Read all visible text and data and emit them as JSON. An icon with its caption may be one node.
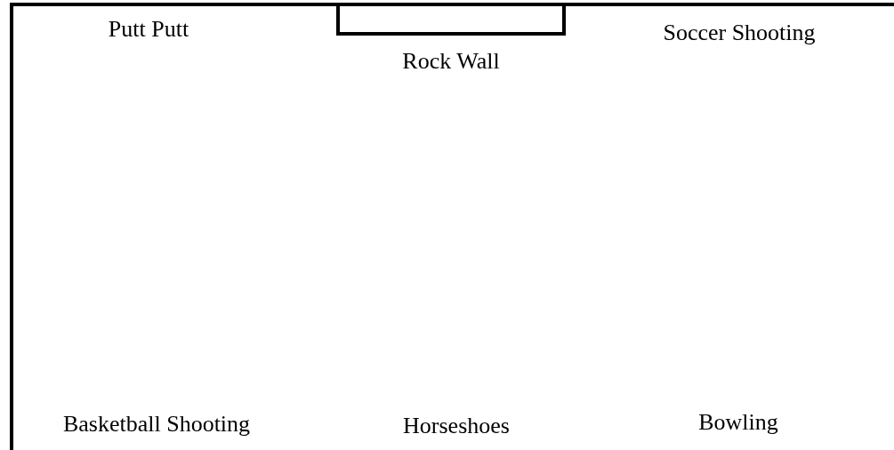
{
  "diagram": {
    "nodes": [
      {
        "text": [],
        "shape": "box"
      }
    ],
    "labels": [
      "Putt Putt",
      "Rock Wall",
      "Soccer Shooting",
      "Basketball Shooting",
      "Horseshoes",
      "Bowling"
    ]
  }
}
